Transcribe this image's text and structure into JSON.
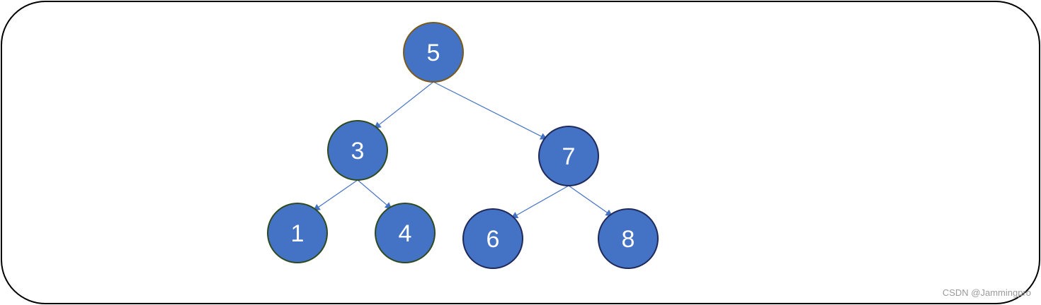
{
  "colors": {
    "node_fill": "#4472c4",
    "edge": "#4472c4",
    "frame": "#000000",
    "label": "#ffffff"
  },
  "tree": {
    "nodes": [
      {
        "id": "n5",
        "label": "5",
        "stroke": "#7a5a1a"
      },
      {
        "id": "n3",
        "label": "3",
        "stroke": "#2e4a1e"
      },
      {
        "id": "n7",
        "label": "7",
        "stroke": "#1f2a5a"
      },
      {
        "id": "n1",
        "label": "1",
        "stroke": "#2e4a1e"
      },
      {
        "id": "n4",
        "label": "4",
        "stroke": "#2e4a1e"
      },
      {
        "id": "n6",
        "label": "6",
        "stroke": "#1f2a5a"
      },
      {
        "id": "n8",
        "label": "8",
        "stroke": "#1f2a5a"
      }
    ],
    "edges": [
      {
        "from": "n5",
        "to": "n3"
      },
      {
        "from": "n5",
        "to": "n7"
      },
      {
        "from": "n3",
        "to": "n1"
      },
      {
        "from": "n3",
        "to": "n4"
      },
      {
        "from": "n7",
        "to": "n6"
      },
      {
        "from": "n7",
        "to": "n8"
      }
    ]
  },
  "watermark": "CSDN @Jammingpro"
}
